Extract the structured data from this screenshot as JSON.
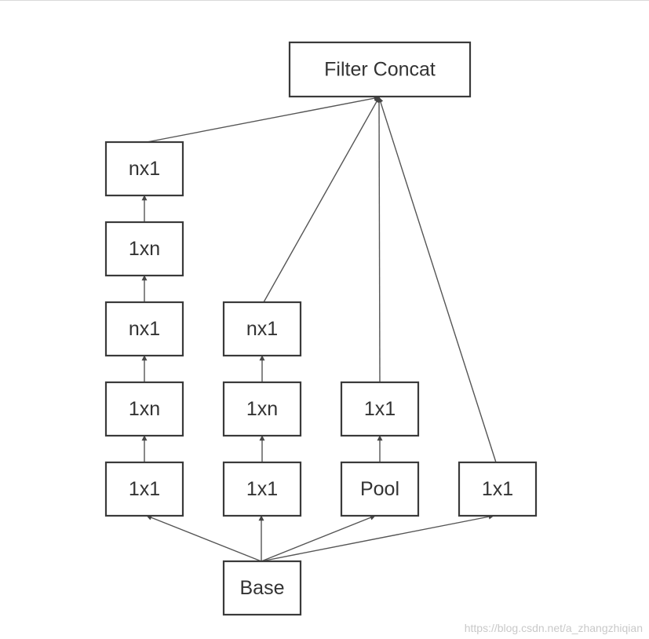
{
  "nodes": [
    {
      "id": "filter-concat",
      "label": "Filter Concat"
    },
    {
      "id": "c1-nx1-top",
      "label": "nx1"
    },
    {
      "id": "c1-1xn-top",
      "label": "1xn"
    },
    {
      "id": "c1-nx1-mid",
      "label": "nx1"
    },
    {
      "id": "c1-1xn-bottom",
      "label": "1xn"
    },
    {
      "id": "c1-1x1",
      "label": "1x1"
    },
    {
      "id": "c2-nx1",
      "label": "nx1"
    },
    {
      "id": "c2-1xn",
      "label": "1xn"
    },
    {
      "id": "c2-1x1",
      "label": "1x1"
    },
    {
      "id": "c3-1x1",
      "label": "1x1"
    },
    {
      "id": "c3-pool",
      "label": "Pool"
    },
    {
      "id": "c4-1x1",
      "label": "1x1"
    },
    {
      "id": "base",
      "label": "Base"
    }
  ],
  "edges": [
    {
      "from": "base",
      "to": "c1-1x1"
    },
    {
      "from": "base",
      "to": "c2-1x1"
    },
    {
      "from": "base",
      "to": "c3-pool"
    },
    {
      "from": "base",
      "to": "c4-1x1"
    },
    {
      "from": "c1-1x1",
      "to": "c1-1xn-bottom"
    },
    {
      "from": "c1-1xn-bottom",
      "to": "c1-nx1-mid"
    },
    {
      "from": "c1-nx1-mid",
      "to": "c1-1xn-top"
    },
    {
      "from": "c1-1xn-top",
      "to": "c1-nx1-top"
    },
    {
      "from": "c2-1x1",
      "to": "c2-1xn"
    },
    {
      "from": "c2-1xn",
      "to": "c2-nx1"
    },
    {
      "from": "c3-pool",
      "to": "c3-1x1"
    },
    {
      "from": "c1-nx1-top",
      "to": "filter-concat"
    },
    {
      "from": "c2-nx1",
      "to": "filter-concat"
    },
    {
      "from": "c3-1x1",
      "to": "filter-concat"
    },
    {
      "from": "c4-1x1",
      "to": "filter-concat"
    }
  ],
  "watermark": "https://blog.csdn.net/a_zhangzhiqian"
}
